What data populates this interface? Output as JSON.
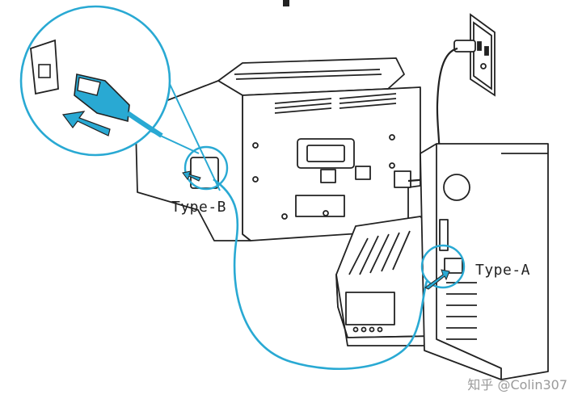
{
  "labels": {
    "type_b": "Type-B",
    "type_a": "Type-A"
  },
  "watermark": "知乎 @Colin307",
  "colors": {
    "cable": "#29a9d3",
    "line": "#222222",
    "background": "#ffffff"
  }
}
